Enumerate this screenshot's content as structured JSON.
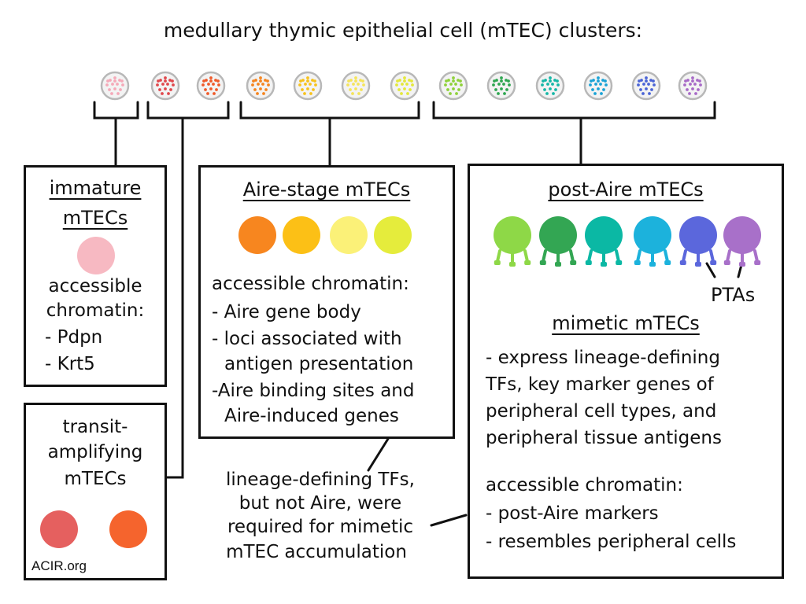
{
  "title": "medullary thymic epithelial cell (mTEC) clusters:",
  "clusters": [
    {
      "color": "#f5a9b8"
    },
    {
      "color": "#e0484c"
    },
    {
      "color": "#ef5a2a"
    },
    {
      "color": "#f5841e"
    },
    {
      "color": "#f7c21d"
    },
    {
      "color": "#f5e45a"
    },
    {
      "color": "#e4e83a"
    },
    {
      "color": "#8fd13a"
    },
    {
      "color": "#2ea650"
    },
    {
      "color": "#16b7a7"
    },
    {
      "color": "#1aa3d6"
    },
    {
      "color": "#4b64d6"
    },
    {
      "color": "#a86ac7"
    }
  ],
  "immature": {
    "heading_1": "immature",
    "heading_2": "mTECs",
    "color": "#f7b9c2",
    "text_1": "accessible",
    "text_2": "chromatin:",
    "item_1": "- Pdpn",
    "item_2": "- Krt5"
  },
  "transit": {
    "heading_1": "transit-",
    "heading_2": "amplifying",
    "heading_3": "mTECs",
    "colors": [
      "#e5605f",
      "#f5642d"
    ]
  },
  "aire": {
    "heading": "Aire-stage mTECs",
    "colors": [
      "#f7861f",
      "#fcc016",
      "#fbf178",
      "#e5ec3c"
    ],
    "text": "accessible chromatin:",
    "item_1": "- Aire gene body",
    "item_2a": "- loci associated with",
    "item_2b": "antigen presentation",
    "item_3a": "-Aire binding sites and",
    "item_3b": "Aire-induced genes"
  },
  "note": {
    "line_1": "lineage-defining TFs,",
    "line_2": "but not Aire, were",
    "line_3": "required for mimetic",
    "line_4": "mTEC accumulation"
  },
  "post_aire": {
    "heading": "post-Aire mTECs",
    "colors": [
      "#8ed847",
      "#33a653",
      "#0bb8a4",
      "#1cb2dc",
      "#5b67dc",
      "#a870c9"
    ],
    "pta_label": "PTAs",
    "mimetic_heading": "mimetic mTECs",
    "desc_1": "- express lineage-defining",
    "desc_2": "TFs, key marker genes of",
    "desc_3": "peripheral cell types, and",
    "desc_4": "peripheral tissue antigens",
    "chrom": "accessible chromatin:",
    "item_1": "- post-Aire markers",
    "item_2": "- resembles peripheral cells"
  },
  "credit": "ACIR.org"
}
